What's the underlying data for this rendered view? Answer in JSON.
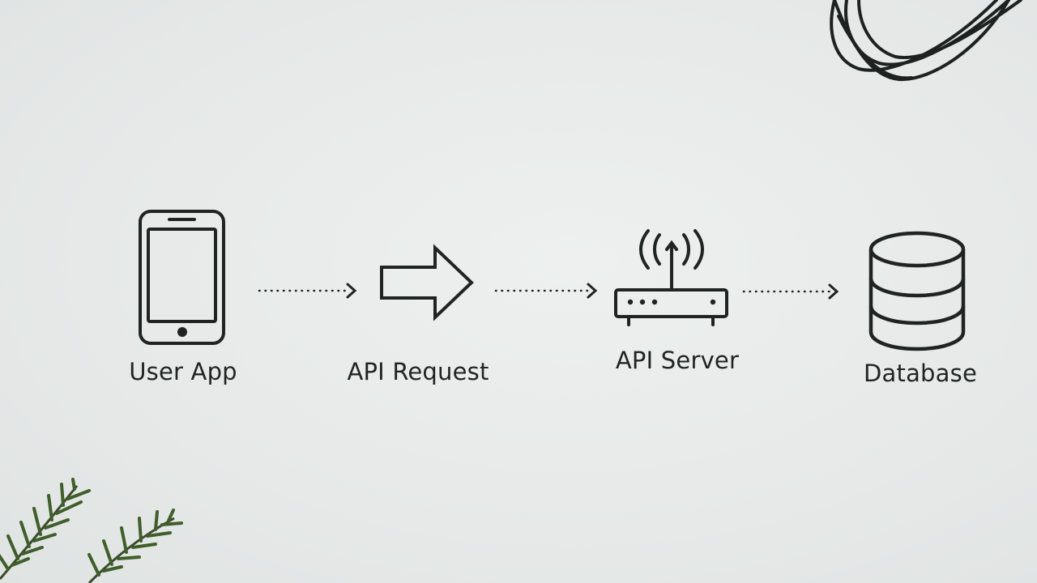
{
  "diagram": {
    "nodes": [
      {
        "id": "user-app",
        "label": "User App",
        "icon": "smartphone-icon"
      },
      {
        "id": "api-request",
        "label": "API Request",
        "icon": "right-arrow-icon"
      },
      {
        "id": "api-server",
        "label": "API Server",
        "icon": "router-icon"
      },
      {
        "id": "database",
        "label": "Database",
        "icon": "database-icon"
      }
    ],
    "edges": [
      {
        "from": "user-app",
        "to": "api-request",
        "style": "dotted-arrow"
      },
      {
        "from": "api-request",
        "to": "api-server",
        "style": "dotted-arrow"
      },
      {
        "from": "api-server",
        "to": "database",
        "style": "dotted-arrow"
      }
    ]
  },
  "decorations": [
    "whisk-icon",
    "rosemary-sprig-icon"
  ],
  "colors": {
    "background": "#e8ebea",
    "stroke": "#1f2423",
    "leaf": "#3f5e2a"
  }
}
